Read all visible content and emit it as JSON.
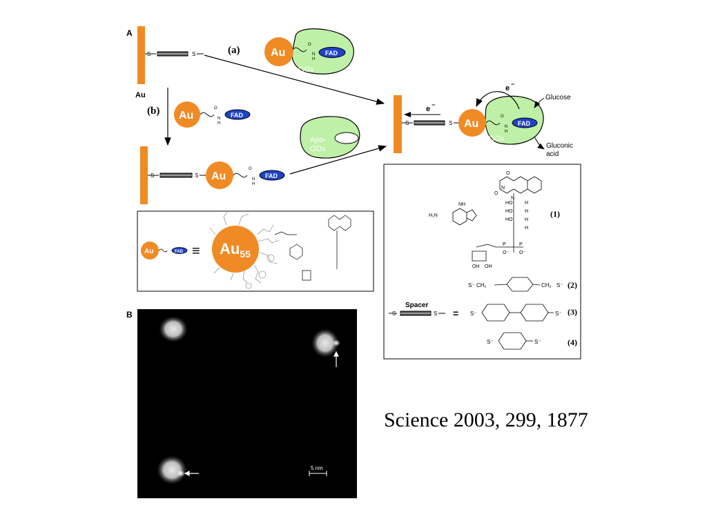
{
  "panel_a": {
    "label": "A",
    "electrode_label": "Au",
    "route_a": "(a)",
    "route_b": "(b)",
    "au": "Au",
    "fad": "FAD",
    "gox": "GOx",
    "apo_gox_line1": "Apo-",
    "apo_gox_line2": "GOx",
    "electron": "e",
    "electron_sup": "−",
    "glucose": "Glucose",
    "gluconic_line1": "Gluconic",
    "gluconic_line2": "acid",
    "linker_o": "O",
    "linker_nh_n": "N",
    "linker_nh_h": "H",
    "s": "S",
    "au55_main": "Au",
    "au55_sub": "55",
    "equiv": "≡"
  },
  "structures_box": {
    "compound_1": "(1)",
    "compound_2": "(2)",
    "compound_3": "(3)",
    "compound_4": "(4)",
    "spacer": "Spacer",
    "equals": "=",
    "amine": "H₂N",
    "nh": "NH",
    "ho": "HO",
    "h": "H",
    "oh": "OH",
    "n": "N",
    "o": "O",
    "p": "P",
    "o_minus": "O⁻",
    "ch2": "CH₂",
    "s_minus": "S⁻"
  },
  "panel_b": {
    "label": "B",
    "scale_bar": "5 nm"
  },
  "citation": "Science 2003, 299, 1877",
  "colors": {
    "gold": "#f08a24",
    "fad_blue": "#1f43c8",
    "gox_green": "#bff0a8",
    "electrode": "#f08a24",
    "stm_background": "#000000"
  }
}
